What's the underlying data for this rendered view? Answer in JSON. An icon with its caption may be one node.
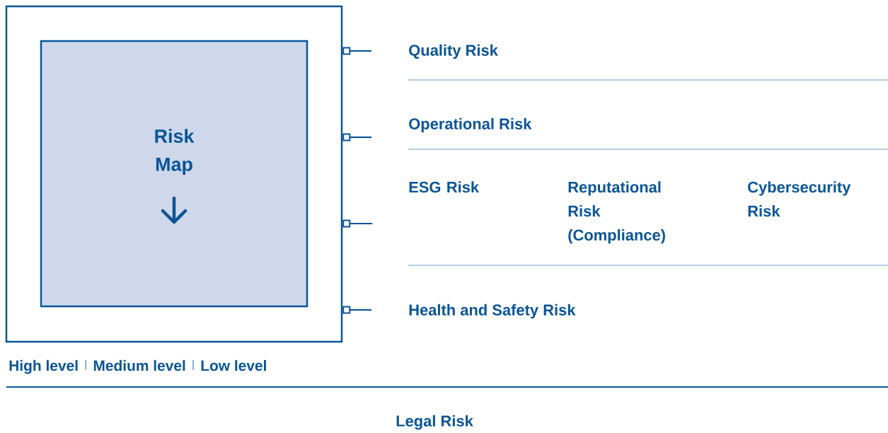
{
  "diagram": {
    "nodes": [
      {
        "text": [],
        "shape": "box",
        "beside": [
          "High level",
          "Medium level",
          "Low level"
        ]
      },
      {
        "text": [
          "Risk Map"
        ],
        "in": 0
      },
      {
        "text": [
          "Quality Risk"
        ]
      },
      {
        "text": [
          "Operational Risk"
        ]
      },
      {
        "text": [
          "Health and Safety Risk"
        ]
      }
    ],
    "edges": [
      {
        "from": 0,
        "to": 2,
        "arrow": "other"
      },
      {
        "from": 0,
        "to": 3,
        "arrow": "other"
      },
      {
        "from": 0,
        "to": null,
        "arrow": "other"
      },
      {
        "from": 0,
        "to": 4,
        "arrow": "other"
      }
    ],
    "labels": [
      "ESG Risk",
      "Reputational Risk (Compliance)",
      "Cybersecurity Risk",
      "Legal Risk"
    ]
  }
}
